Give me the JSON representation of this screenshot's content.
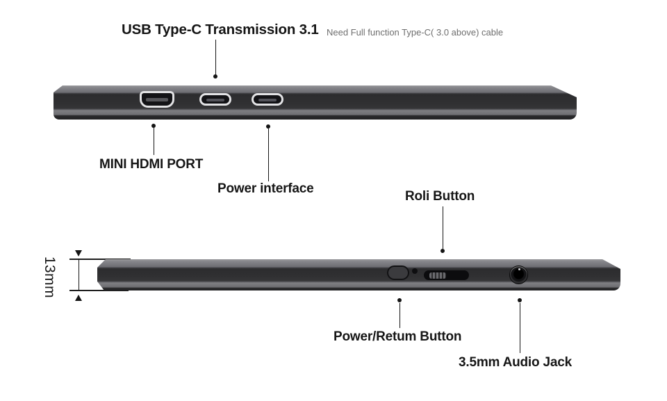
{
  "header": {
    "title": "USB Type-C Transmission 3.1",
    "subtitle": "Need Full function Type-C( 3.0 above) cable"
  },
  "callouts": {
    "usb_typec_port": {
      "label": "USB Type-C Transmission 3.1",
      "target": "usb-c-port-1"
    },
    "mini_hdmi": {
      "label": "MINI HDMI PORT",
      "target": "mini-hdmi-port"
    },
    "power_interface": {
      "label": "Power interface",
      "target": "usb-c-port-2"
    },
    "roli_button": {
      "label": "Roli Button",
      "target": "roll-button"
    },
    "power_return": {
      "label": "Power/Retum Button",
      "target": "power-button"
    },
    "audio_jack": {
      "label": "3.5mm Audio Jack",
      "target": "audio-jack"
    }
  },
  "dimension": {
    "thickness_label": "13mm"
  },
  "device_parts": {
    "top_edge_view": [
      "mini-hdmi-port-icon",
      "usb-c-port-icon",
      "usb-c-port-icon"
    ],
    "side_edge_view": [
      "power-button-icon",
      "led-indicator-icon",
      "roll-button-icon",
      "audio-jack-icon"
    ]
  },
  "colors": {
    "background": "#ffffff",
    "device_body": "#303032",
    "device_bevel": "#7e7e82",
    "port_outline": "#e3e3e5",
    "leader_line": "#141414",
    "label_text": "#161616",
    "subtitle_text": "#6e6e6e"
  }
}
